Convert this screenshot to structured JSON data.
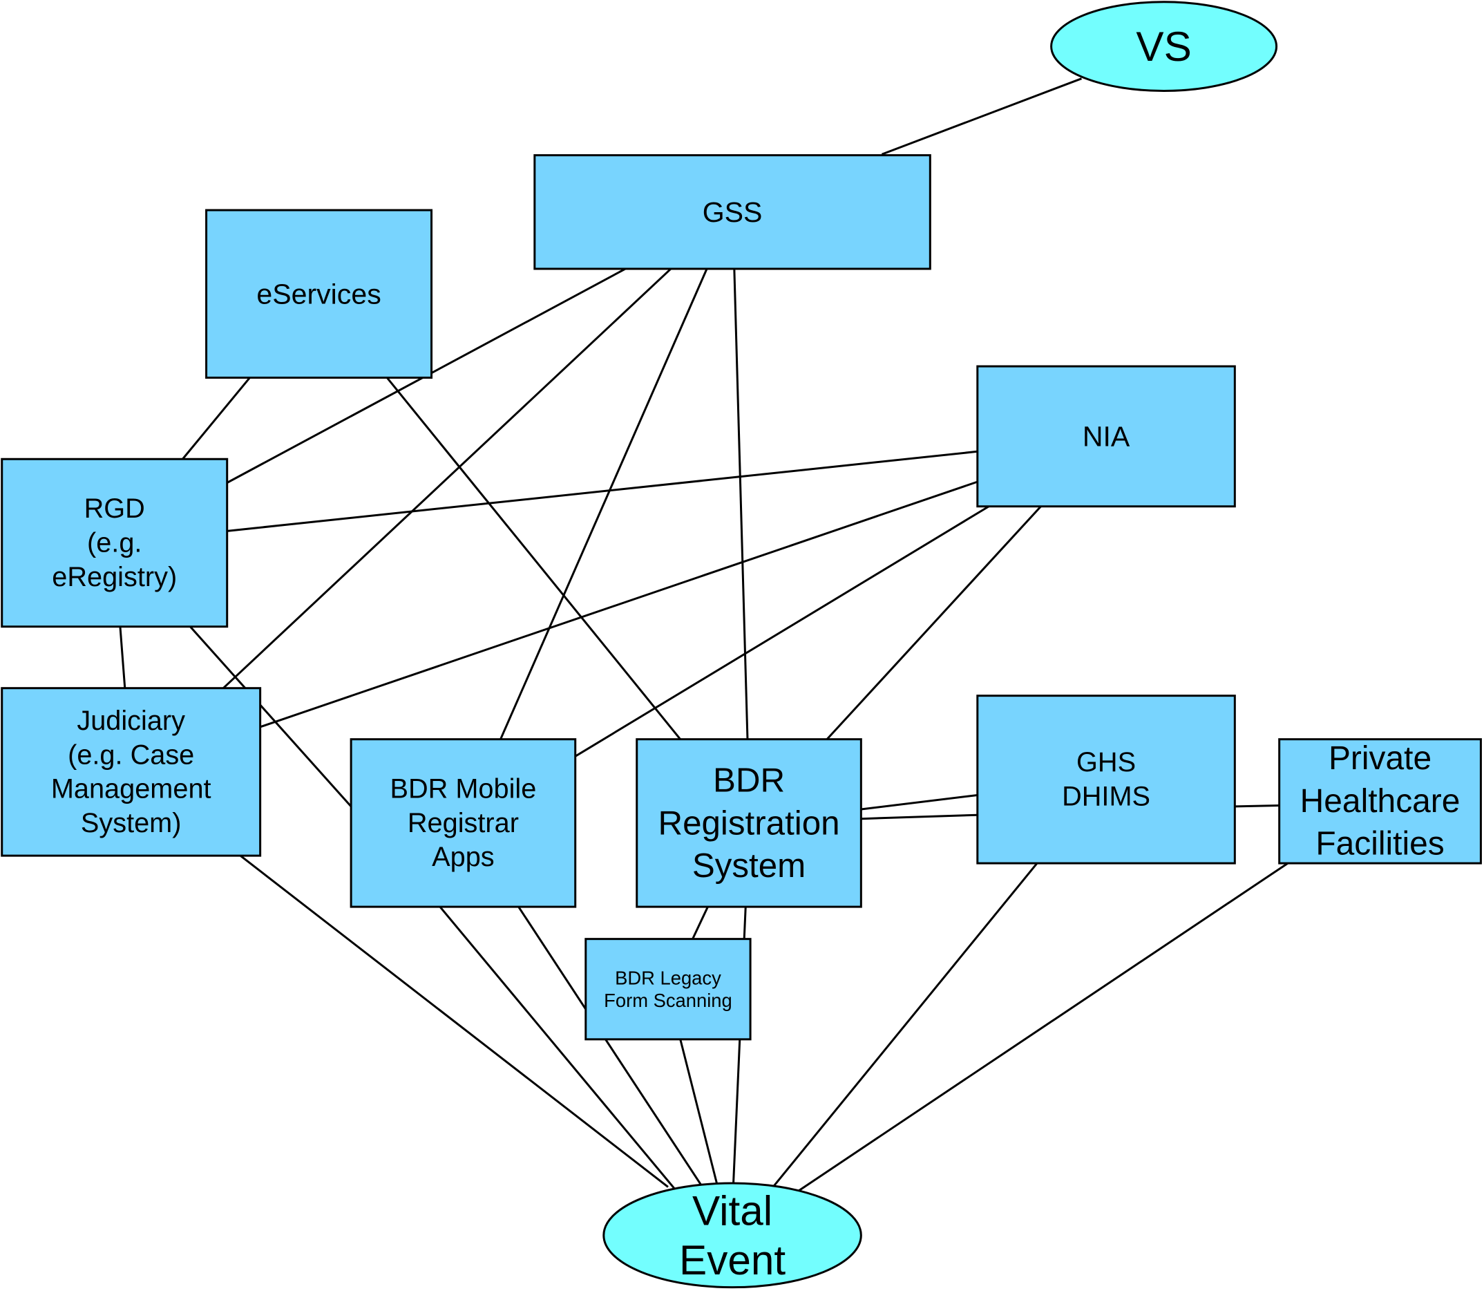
{
  "colors": {
    "box_fill": "#78d4fe",
    "ellipse_fill": "#73fefe",
    "stroke": "#000000"
  },
  "nodes": {
    "vs": {
      "shape": "ellipse",
      "lines": [
        "VS"
      ]
    },
    "gss": {
      "shape": "box",
      "lines": [
        "GSS"
      ]
    },
    "eservices": {
      "shape": "box",
      "lines": [
        "eServices"
      ]
    },
    "nia": {
      "shape": "box",
      "lines": [
        "NIA"
      ]
    },
    "rgd": {
      "shape": "box",
      "lines": [
        "RGD",
        "(e.g.",
        "eRegistry)"
      ]
    },
    "judiciary": {
      "shape": "box",
      "lines": [
        "Judiciary",
        "(e.g. Case",
        "Management",
        "System)"
      ]
    },
    "bdr_mobile": {
      "shape": "box",
      "lines": [
        "BDR Mobile",
        "Registrar",
        "Apps"
      ]
    },
    "bdr_reg": {
      "shape": "box",
      "lines": [
        "BDR",
        "Registration",
        "System"
      ]
    },
    "ghs": {
      "shape": "box",
      "lines": [
        "GHS",
        "DHIMS"
      ]
    },
    "private": {
      "shape": "box",
      "lines": [
        "Private",
        "Healthcare",
        "Facilities"
      ]
    },
    "legacy": {
      "shape": "box",
      "lines": [
        "BDR Legacy",
        "Form Scanning"
      ]
    },
    "vital": {
      "shape": "ellipse",
      "lines": [
        "Vital",
        "Event"
      ]
    }
  },
  "edges": [
    [
      "vs",
      "gss"
    ],
    [
      "gss",
      "rgd"
    ],
    [
      "gss",
      "judiciary"
    ],
    [
      "gss",
      "bdr_mobile"
    ],
    [
      "gss",
      "bdr_reg"
    ],
    [
      "eservices",
      "rgd"
    ],
    [
      "eservices",
      "bdr_reg"
    ],
    [
      "nia",
      "rgd"
    ],
    [
      "nia",
      "judiciary"
    ],
    [
      "nia",
      "bdr_mobile"
    ],
    [
      "nia",
      "bdr_reg"
    ],
    [
      "rgd",
      "judiciary"
    ],
    [
      "rgd",
      "bdr_mobile"
    ],
    [
      "bdr_reg",
      "ghs"
    ],
    [
      "bdr_reg",
      "ghs"
    ],
    [
      "ghs",
      "private"
    ],
    [
      "bdr_reg",
      "legacy"
    ],
    [
      "bdr_reg",
      "vital"
    ],
    [
      "legacy",
      "vital"
    ],
    [
      "bdr_mobile",
      "vital"
    ],
    [
      "bdr_mobile",
      "vital"
    ],
    [
      "judiciary",
      "vital"
    ],
    [
      "ghs",
      "vital"
    ],
    [
      "private",
      "vital"
    ]
  ]
}
